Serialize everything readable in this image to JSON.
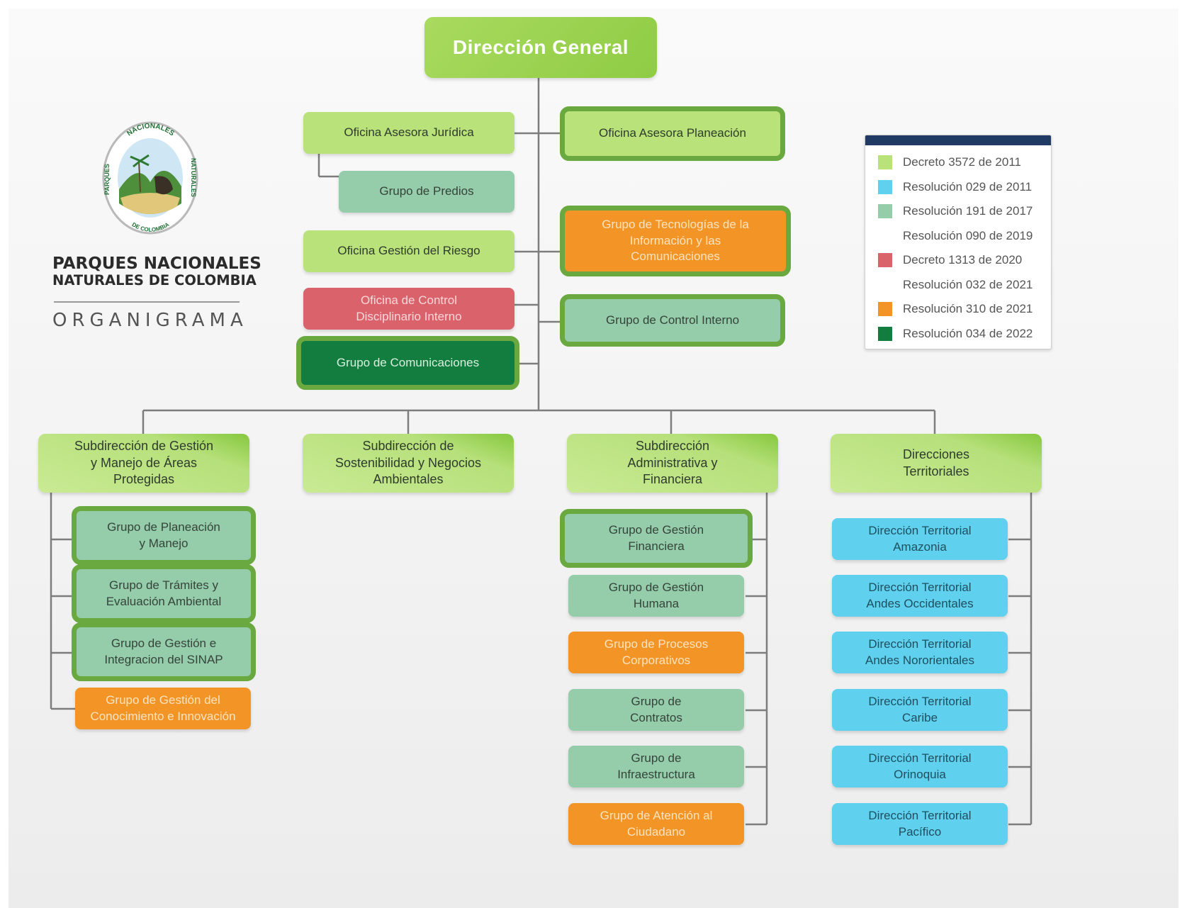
{
  "branding": {
    "logo_text_top": "NACIONALES",
    "logo_text_left": "PARQUES",
    "logo_text_right": "NATURALES",
    "logo_text_bottom": "DE COLOMBIA",
    "name_line1": "PARQUES NACIONALES",
    "name_line2": "NATURALES DE COLOMBIA",
    "chart_title": "ORGANIGRAMA"
  },
  "colors": {
    "light_green": "#b9e27a",
    "sea_green": "#95ccaa",
    "cyan": "#5fd1ef",
    "orange": "#f39427",
    "red": "#d9626b",
    "dark_green": "#127d3e",
    "highlight_outline": "#6aa93f",
    "legend_header": "#1f3a63"
  },
  "legend": [
    {
      "label": "Decreto 3572 de 2011",
      "color": "#b9e27a"
    },
    {
      "label": "Resolución 029 de 2011",
      "color": "#5fd1ef"
    },
    {
      "label": "Resolución 191 de 2017",
      "color": "#95ccaa"
    },
    {
      "label": "Resolución 090 de 2019",
      "color": ""
    },
    {
      "label": "Decreto 1313 de 2020",
      "color": "#d9626b"
    },
    {
      "label": "Resolución 032 de 2021",
      "color": ""
    },
    {
      "label": "Resolución 310 de 2021",
      "color": "#f39427"
    },
    {
      "label": "Resolución 034 de 2022",
      "color": "#127d3e"
    }
  ],
  "org": {
    "head": "Dirección General",
    "left_offices": {
      "juridica": "Oficina Asesora Jurídica",
      "predios": "Grupo de Predios",
      "riesgo": "Oficina Gestión del Riesgo",
      "control_disciplinario": "Oficina de Control Disciplinario Interno",
      "comunicaciones": "Grupo de Comunicaciones"
    },
    "right_offices": {
      "planeacion": "Oficina Asesora Planeación",
      "tic": "Grupo de Tecnologías de la Información y las Comunicaciones",
      "control_interno": "Grupo de Control Interno"
    },
    "subdirecciones": {
      "areas_protegidas": {
        "title": "Subdirección de Gestión y Manejo de Áreas Protegidas",
        "groups": [
          "Grupo de Planeación y Manejo",
          "Grupo de Trámites y Evaluación Ambiental",
          "Grupo de Gestión e Integracion del SINAP",
          "Grupo de Gestión del Conocimiento e Innovación"
        ]
      },
      "sostenibilidad": {
        "title": "Subdirección de Sostenibilidad y Negocios Ambientales"
      },
      "administrativa": {
        "title": "Subdirección Administrativa y Financiera",
        "groups": [
          "Grupo de Gestión Financiera",
          "Grupo de Gestión Humana",
          "Grupo de Procesos Corporativos",
          "Grupo de Contratos",
          "Grupo de Infraestructura",
          "Grupo de Atención al Ciudadano"
        ]
      },
      "territoriales": {
        "title": "Direcciones Territoriales",
        "groups": [
          "Dirección Territorial Amazonia",
          "Dirección Territorial Andes Occidentales",
          "Dirección Territorial Andes Nororientales",
          "Dirección Territorial Caribe",
          "Dirección Territorial Orinoquia",
          "Dirección Territorial Pacífico"
        ]
      }
    }
  }
}
